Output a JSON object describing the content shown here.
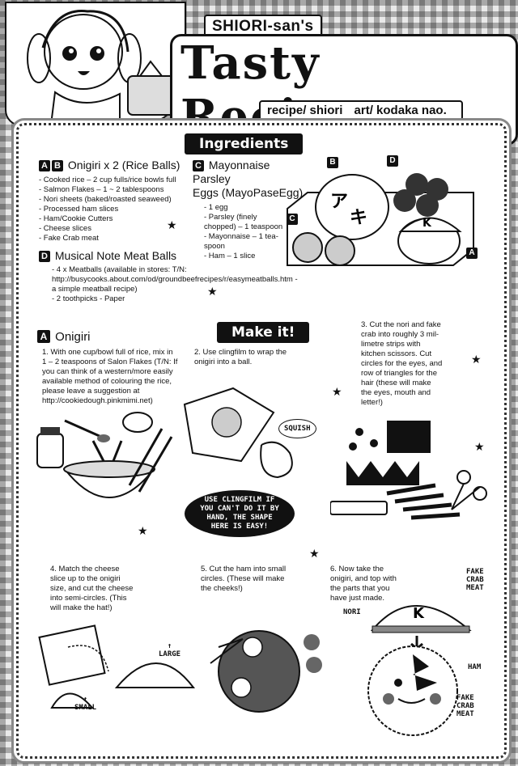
{
  "header": {
    "subtitle": "SHIORI-san's",
    "title": "Tasty Recipes",
    "credits": [
      "recipe/ shiori",
      "art/ kodaka nao."
    ]
  },
  "ingredients": {
    "banner": "Ingredients",
    "onigiri": {
      "badges": [
        "A",
        "B"
      ],
      "title": "Onigiri x 2 (Rice Balls)",
      "items": [
        "- Cooked rice – 2 cup fulls/rice bowls full",
        "- Salmon Flakes – 1 ~ 2 tablespoons",
        "- Nori sheets (baked/roasted seaweed)",
        "- Processed ham slices",
        "- Ham/Cookie Cutters",
        "- Cheese slices",
        "- Fake Crab meat"
      ]
    },
    "mayo": {
      "badge": "C",
      "title_lines": [
        "Mayonnaise Parsley",
        "Eggs (MayoPaseEgg)"
      ],
      "items": [
        "- 1 egg",
        "- Parsley (finely",
        "chopped) – 1 teaspoon",
        "- Mayonnaise – 1 tea-",
        "spoon",
        "- Ham – 1 slice"
      ]
    },
    "meatballs": {
      "badge": "D",
      "title": "Musical Note Meat Balls",
      "items": [
        "- 4 x Meatballs (available in stores: T/N:",
        "http://busycooks.about.com/od/groundbeefrecipes/r/easymeatballs.htm -",
        "a simple meatball recipe)",
        "- 2 toothpicks        - Paper"
      ]
    },
    "bento_callouts": [
      "B",
      "D",
      "C",
      "A"
    ]
  },
  "make_it": {
    "banner": "Make it!",
    "section_badge": "A",
    "section_title": "Onigiri",
    "step1": [
      "1. With one cup/bowl full of rice, mix in",
      "1 – 2 teaspoons of Salon Flakes (T/N: If",
      "you can think of a western/more easily",
      "available method of colouring the rice,",
      "please leave a suggestion at",
      "http://cookiedough.pinkmimi.net)"
    ],
    "step2": [
      "2. Use clingfilm to wrap the",
      "onigiri into a ball."
    ],
    "step3": [
      "3. Cut the nori and fake",
      "crab into roughly 3 mil-",
      "limetre strips with",
      "kitchen scissors. Cut",
      "circles for the eyes, and",
      "row of triangles for the",
      "hair (these will make",
      "the eyes, mouth and",
      "letter!)"
    ],
    "step4": [
      "4. Match the cheese",
      "slice up to the onigiri",
      "size, and cut the cheese",
      "into semi-circles. (This",
      "will make the hat!)"
    ],
    "step5": [
      "5. Cut the ham into small",
      "circles. (These will make",
      "the cheeks!)"
    ],
    "step6": [
      "6. Now take the",
      "onigiri, and top with",
      "the parts that you",
      "have just made."
    ],
    "tip_bubble": [
      "USE CLINGFILM IF",
      "YOU CAN'T DO IT BY",
      "HAND, THE SHAPE",
      "HERE IS EASY!"
    ],
    "squish": "SQUISH",
    "large": "LARGE",
    "small": "SMALL",
    "arrow_up": "↑",
    "labels": {
      "fake_crab_top": [
        "FAKE",
        "CRAB",
        "MEAT"
      ],
      "nori": "NORI",
      "ham": "HAM",
      "fake_crab_bottom": [
        "FAKE",
        "CRAB",
        "MEAT"
      ]
    },
    "rice_ball_letters": [
      "ア",
      "キ"
    ],
    "cap_letter": "K"
  }
}
